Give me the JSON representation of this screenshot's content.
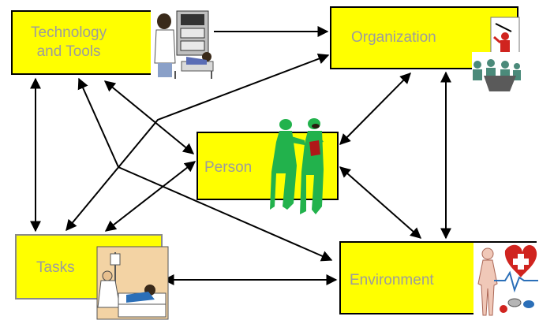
{
  "nodes": {
    "technology": {
      "label": "Technology\nand Tools",
      "icon": "clinician-with-monitoring-equipment-clipart"
    },
    "organization": {
      "label": "Organization",
      "icon": "presenter-with-audience-clipart"
    },
    "person": {
      "label": "Person",
      "icon": "two-surgeons-in-scrubs-clipart"
    },
    "tasks": {
      "label": "Tasks",
      "icon": "nurse-with-patient-and-iv-clipart"
    },
    "environment": {
      "label": "Environment",
      "icon": "medical-symbols-and-body-clipart"
    }
  },
  "connections": [
    [
      "technology",
      "organization"
    ],
    [
      "technology",
      "person"
    ],
    [
      "technology",
      "tasks"
    ],
    [
      "technology",
      "environment"
    ],
    [
      "organization",
      "person"
    ],
    [
      "organization",
      "tasks"
    ],
    [
      "organization",
      "environment"
    ],
    [
      "person",
      "tasks"
    ],
    [
      "person",
      "environment"
    ],
    [
      "tasks",
      "environment"
    ]
  ],
  "colors": {
    "box_fill": "#ffff00",
    "label_text": "#9c9c9c",
    "arrow": "#000000",
    "figure_green": "#22b24c"
  }
}
